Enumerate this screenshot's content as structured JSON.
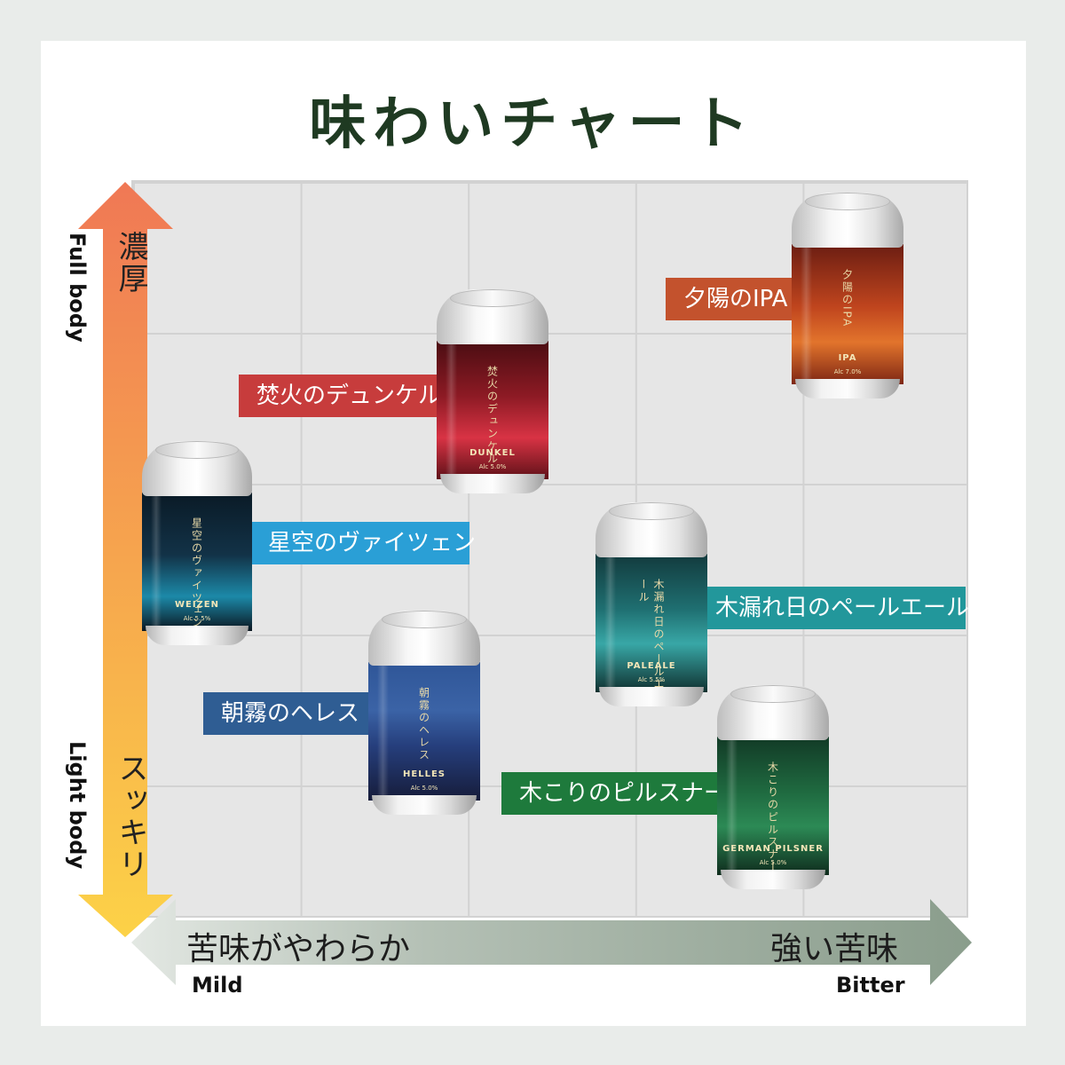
{
  "title": "味わいチャート",
  "axes": {
    "y_top_jp": "濃厚",
    "y_top_en": "Full body",
    "y_bottom_jp": "スッキリ",
    "y_bottom_en": "Light body",
    "x_left_jp": "苦味がやわらか",
    "x_left_en": "Mild",
    "x_right_jp": "強い苦味",
    "x_right_en": "Bitter"
  },
  "beers": [
    {
      "name": "夕陽のIPA",
      "can_text": "夕陽のIPA",
      "style": "IPA",
      "abv": "Alc 7.0%",
      "label_color": "#c3522d",
      "can_color": "#b8451f"
    },
    {
      "name": "焚火のデュンケル",
      "can_text": "焚火のデュンケル",
      "style": "DUNKEL",
      "abv": "Alc 5.0%",
      "label_color": "#c73c3c",
      "can_color": "#9c1e28"
    },
    {
      "name": "星空のヴァイツェン",
      "can_text": "星空のヴァイツェン",
      "style": "WEIZEN",
      "abv": "Alc 5.5%",
      "label_color": "#2a9fd6",
      "can_color": "#0f2e44"
    },
    {
      "name": "木漏れ日のペールエール",
      "can_text": "木漏れ日のペールエール",
      "style": "PALEALE",
      "abv": "Alc 5.5%",
      "label_color": "#22979b",
      "can_color": "#1a6a6c"
    },
    {
      "name": "朝霧のヘレス",
      "can_text": "朝霧のヘレス",
      "style": "HELLES",
      "abv": "Alc 5.0%",
      "label_color": "#2f5d93",
      "can_color": "#243e7a"
    },
    {
      "name": "木こりのピルスナー",
      "can_text": "木こりのピルスナー",
      "style": "GERMAN PILSNER",
      "abv": "Alc 5.0%",
      "label_color": "#1e7a3c",
      "can_color": "#1c5a35"
    }
  ],
  "colors": {
    "title": "#1f3a22",
    "arrow_top": "#f07855",
    "arrow_bottom": "#fcd247",
    "arrow_horizontal": "#8fa393"
  }
}
